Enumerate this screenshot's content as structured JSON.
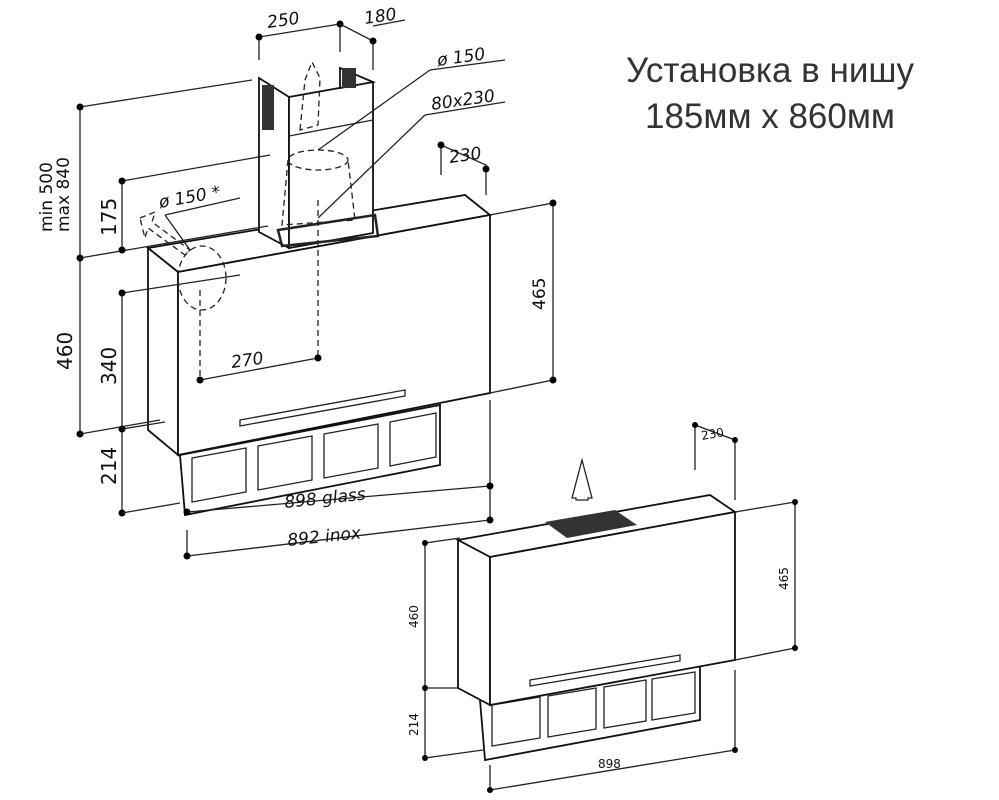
{
  "title": {
    "line1": "Установка в нишу",
    "line2": "185мм x 860мм"
  },
  "upper_drawing": {
    "chimney_width": "250",
    "chimney_depth": "180",
    "outlet_diameter": "ø 150",
    "outlet_size": "80x230",
    "depth_top": "230",
    "chimney_min": "min 500",
    "chimney_max": "max 840",
    "side_outlet_height": "175",
    "side_outlet_diameter": "ø 150 *",
    "height_right": "465",
    "height_left": "460",
    "outlet_height": "340",
    "outlet_offset": "270",
    "bottom_height": "214",
    "width_glass": "898 glass",
    "width_inox": "892 inox"
  },
  "lower_drawing": {
    "depth_top": "230",
    "height_right": "465",
    "height_left": "460",
    "bottom_height": "214",
    "width": "898"
  }
}
